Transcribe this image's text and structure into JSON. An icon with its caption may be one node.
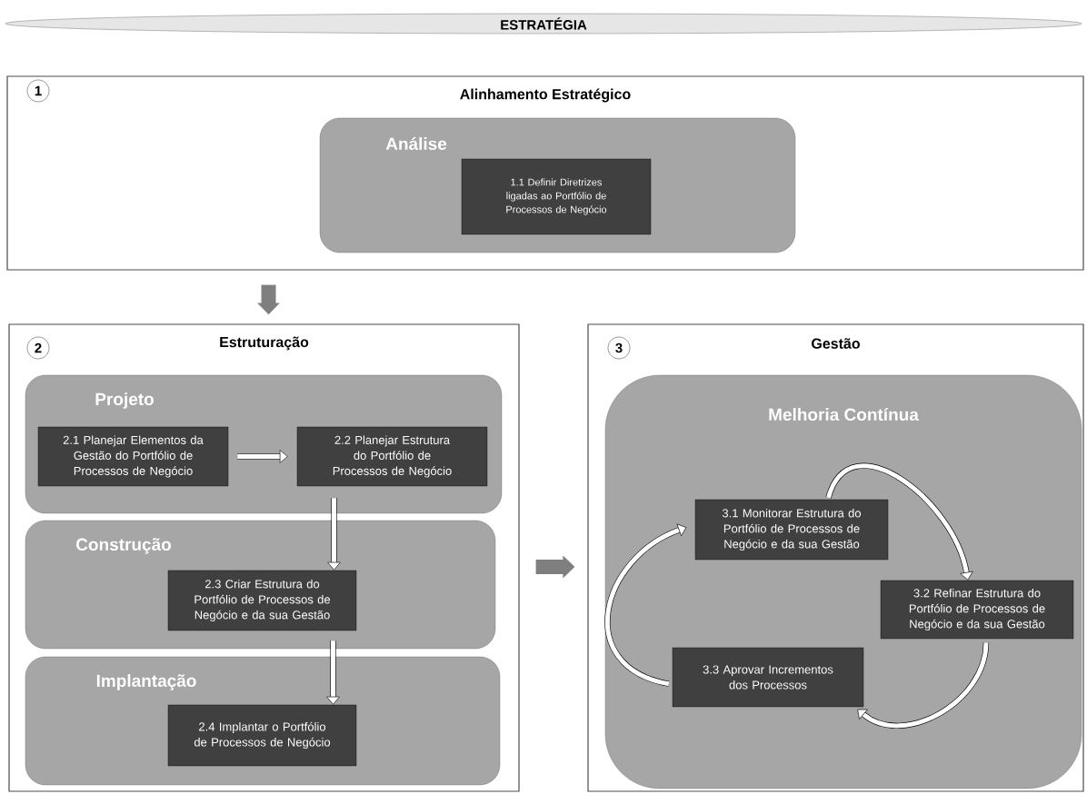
{
  "diagram": {
    "nodes": [
      {
        "text": [
          "ESTRATÉGIA"
        ]
      },
      {
        "text": [
          "Alinhamento Estratégico"
        ]
      },
      {
        "text": [
          "1"
        ],
        "in": 1
      },
      {
        "text": [
          "Análise"
        ],
        "in": 1
      },
      {
        "text": [
          "1.1 Definir Diretrizes ligadas ao Portfólio de Processos de Negócio"
        ],
        "in": 3
      },
      {
        "text": [
          "Estruturação"
        ]
      },
      {
        "text": [
          "2"
        ],
        "in": 5
      },
      {
        "text": [
          "Projeto"
        ],
        "in": 5
      },
      {
        "text": [
          "2.1 Planejar Elementos da Gestão do Portfólio de Processos de Negócio"
        ],
        "in": 7
      },
      {
        "text": [
          "2.2 Planejar Estrutura do Portfólio de Processos de Negócio"
        ],
        "in": 7
      },
      {
        "text": [
          "Construção"
        ],
        "in": 5
      },
      {
        "text": [
          "2.3 Criar Estrutura do Portfólio de Processos de Negócio e da sua Gestão"
        ],
        "in": 10
      },
      {
        "text": [
          "Implantação"
        ],
        "in": 5
      },
      {
        "text": [
          "2.4 Implantar o Portfólio de Processos de Negócio"
        ],
        "in": 12
      },
      {
        "text": [
          "Gestão"
        ]
      },
      {
        "text": [
          "3"
        ],
        "in": 14
      },
      {
        "text": [
          "Melhoria Contínua"
        ],
        "in": 14
      },
      {
        "text": [
          "3.1 Monitorar Estrutura do Portfólio de Processos de Negócio e da sua Gestão"
        ],
        "in": 16
      },
      {
        "text": [
          "3.2 Refinar Estrutura do Portfólio de Processos de Negócio e da sua Gestão"
        ],
        "in": 16
      },
      {
        "text": [
          "3.3 Aprovar Incrementos dos Processos"
        ],
        "in": 16
      }
    ],
    "edges": [
      {
        "from": 1,
        "to": 5,
        "arrow": "to",
        "style": "thick",
        "color": "#7f7f7f"
      },
      {
        "from": 5,
        "to": 14,
        "arrow": "to",
        "style": "thick",
        "color": "#7f7f7f"
      },
      {
        "from": 8,
        "to": 9,
        "arrow": "to"
      },
      {
        "from": 9,
        "to": 11,
        "arrow": "to"
      },
      {
        "from": 11,
        "to": 13,
        "arrow": "to"
      },
      {
        "from": 17,
        "to": 18,
        "arrow": "to"
      },
      {
        "from": 18,
        "to": 19,
        "arrow": "to"
      },
      {
        "from": 19,
        "to": 17,
        "arrow": "to"
      }
    ]
  }
}
